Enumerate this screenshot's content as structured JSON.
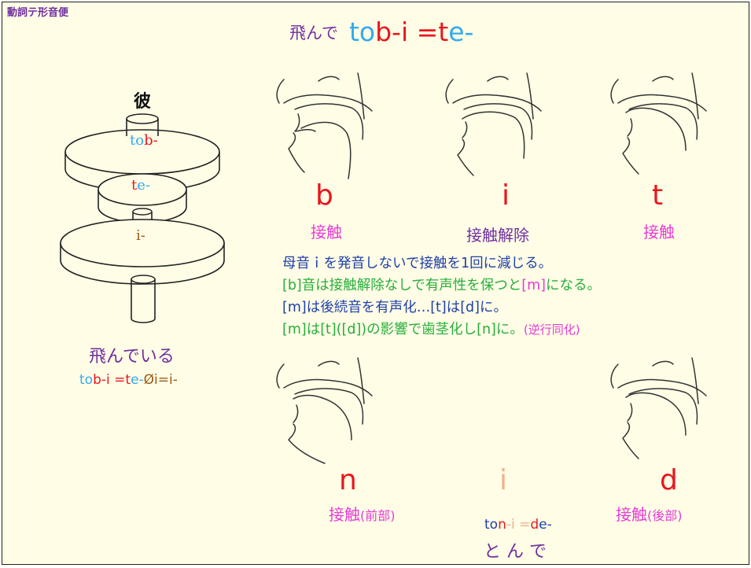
{
  "corner_title": "動詞テ形音便",
  "title": {
    "jp": "飛んで",
    "rom_to": "to",
    "rom_bi": "b-i",
    "rom_eq": " =",
    "rom_t": "t",
    "rom_e": "e-"
  },
  "stack": {
    "top_label": "彼",
    "disk1": {
      "to": "to",
      "b": "b-"
    },
    "disk2": {
      "t": "t",
      "e": "e-"
    },
    "disk3": "i-",
    "caption": "飛んでいる",
    "formula": {
      "p1": "to",
      "p2": "b-i",
      "p3": " =",
      "p4": "t",
      "p5": "e-",
      "p6": "Øi=i-"
    }
  },
  "top_row": [
    {
      "sound": "b",
      "label": "接触"
    },
    {
      "sound": "i",
      "label": "接触解除"
    },
    {
      "sound": "t",
      "label": "接触"
    }
  ],
  "notes": {
    "line1": "母音ｉを発音しないで接触を1回に減じる。",
    "line2_a": "[b]音は接触解除なしで有声性を保つと",
    "line2_m": "[m]",
    "line2_b": "になる。",
    "line3": "[m]は後続音を有声化…[t]は[d]に。",
    "line4_a": "[m]は[t]([d])の影響で歯茎化し[n]に。",
    "line4_b": "(逆行同化)"
  },
  "bottom_row": {
    "left": {
      "sound": "n",
      "label": "接触",
      "sub": "(前部)"
    },
    "mid": {
      "sound": "i",
      "f1": "to",
      "f2": "n",
      "f3": "-i =",
      "f4": "d",
      "f5": "e-",
      "kana": "と ん で"
    },
    "right": {
      "sound": "d",
      "label": "接触",
      "sub": "(後部)"
    }
  },
  "icons": [
    "mouth-diagram-b",
    "mouth-diagram-i",
    "mouth-diagram-t",
    "mouth-diagram-n",
    "mouth-diagram-d",
    "stacked-disks"
  ]
}
